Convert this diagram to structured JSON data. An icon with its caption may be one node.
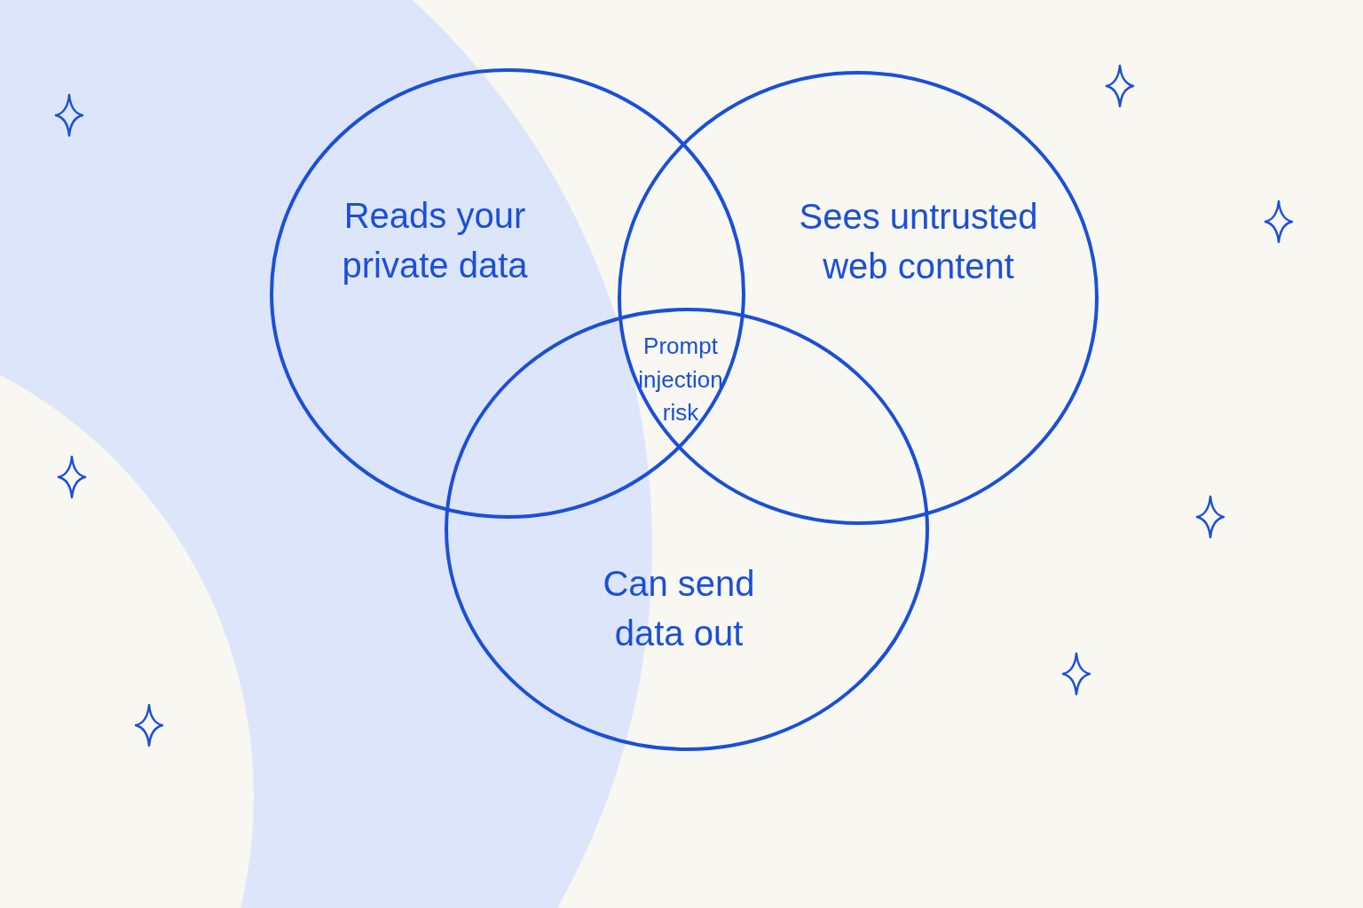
{
  "diagram": {
    "nodes": [
      {
        "text": [
          "Reads your private data"
        ]
      },
      {
        "text": [
          "Sees untrusted web content"
        ]
      },
      {
        "text": [
          "Can send data out"
        ]
      }
    ],
    "labels": [
      "Prompt injection risk"
    ]
  }
}
